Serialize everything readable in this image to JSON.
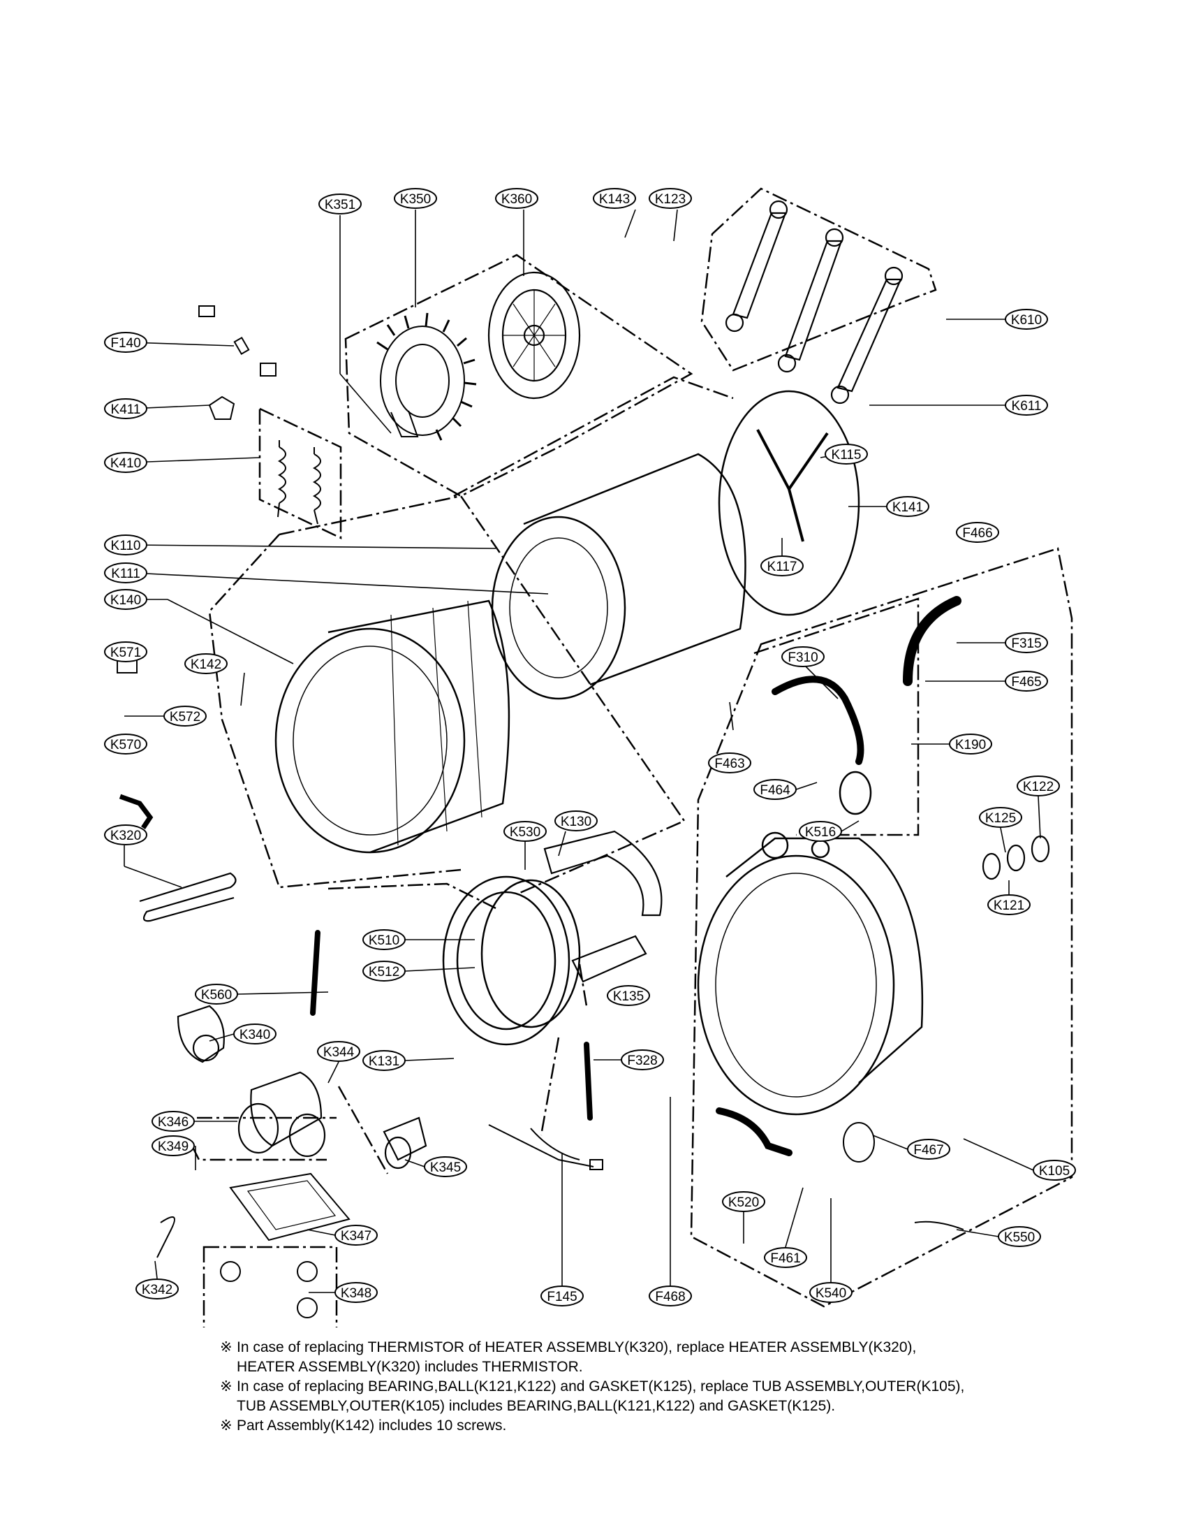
{
  "labels": [
    {
      "id": "K351",
      "text": "K351"
    },
    {
      "id": "K350",
      "text": "K350"
    },
    {
      "id": "K360",
      "text": "K360"
    },
    {
      "id": "K143",
      "text": "K143"
    },
    {
      "id": "K123",
      "text": "K123"
    },
    {
      "id": "F140",
      "text": "F140"
    },
    {
      "id": "K411",
      "text": "K411"
    },
    {
      "id": "K410",
      "text": "K410"
    },
    {
      "id": "K610",
      "text": "K610"
    },
    {
      "id": "K611",
      "text": "K611"
    },
    {
      "id": "K115",
      "text": "K115"
    },
    {
      "id": "K141",
      "text": "K141"
    },
    {
      "id": "K110",
      "text": "K110"
    },
    {
      "id": "K111",
      "text": "K111"
    },
    {
      "id": "K117",
      "text": "K117"
    },
    {
      "id": "F466",
      "text": "F466"
    },
    {
      "id": "K140",
      "text": "K140"
    },
    {
      "id": "K571",
      "text": "K571"
    },
    {
      "id": "K142",
      "text": "K142"
    },
    {
      "id": "K572",
      "text": "K572"
    },
    {
      "id": "K570",
      "text": "K570"
    },
    {
      "id": "F310",
      "text": "F310"
    },
    {
      "id": "F315",
      "text": "F315"
    },
    {
      "id": "F465",
      "text": "F465"
    },
    {
      "id": "K190",
      "text": "K190"
    },
    {
      "id": "F463",
      "text": "F463"
    },
    {
      "id": "F464",
      "text": "F464"
    },
    {
      "id": "K516",
      "text": "K516"
    },
    {
      "id": "K122",
      "text": "K122"
    },
    {
      "id": "K125",
      "text": "K125"
    },
    {
      "id": "K121",
      "text": "K121"
    },
    {
      "id": "K320",
      "text": "K320"
    },
    {
      "id": "K130",
      "text": "K130"
    },
    {
      "id": "K530",
      "text": "K530"
    },
    {
      "id": "K510",
      "text": "K510"
    },
    {
      "id": "K512",
      "text": "K512"
    },
    {
      "id": "K560",
      "text": "K560"
    },
    {
      "id": "K135",
      "text": "K135"
    },
    {
      "id": "K340",
      "text": "K340"
    },
    {
      "id": "K344",
      "text": "K344"
    },
    {
      "id": "K131",
      "text": "K131"
    },
    {
      "id": "F328",
      "text": "F328"
    },
    {
      "id": "K346",
      "text": "K346"
    },
    {
      "id": "K349",
      "text": "K349"
    },
    {
      "id": "K345",
      "text": "K345"
    },
    {
      "id": "F467",
      "text": "F467"
    },
    {
      "id": "K105",
      "text": "K105"
    },
    {
      "id": "K347",
      "text": "K347"
    },
    {
      "id": "K520",
      "text": "K520"
    },
    {
      "id": "F461",
      "text": "F461"
    },
    {
      "id": "K550",
      "text": "K550"
    },
    {
      "id": "K348",
      "text": "K348"
    },
    {
      "id": "K342",
      "text": "K342"
    },
    {
      "id": "F145",
      "text": "F145"
    },
    {
      "id": "F468",
      "text": "F468"
    },
    {
      "id": "K540",
      "text": "K540"
    }
  ],
  "notes": [
    {
      "mark": "※",
      "text": "In case of replacing THERMISTOR of HEATER ASSEMBLY(K320), replace HEATER ASSEMBLY(K320),"
    },
    {
      "mark": "",
      "text": "HEATER ASSEMBLY(K320) includes THERMISTOR."
    },
    {
      "mark": "※",
      "text": "In case of replacing BEARING,BALL(K121,K122) and GASKET(K125), replace TUB ASSEMBLY,OUTER(K105),"
    },
    {
      "mark": "",
      "text": "TUB ASSEMBLY,OUTER(K105) includes BEARING,BALL(K121,K122) and GASKET(K125)."
    },
    {
      "mark": "※",
      "text": "Part Assembly(K142) includes 10 screws."
    }
  ]
}
